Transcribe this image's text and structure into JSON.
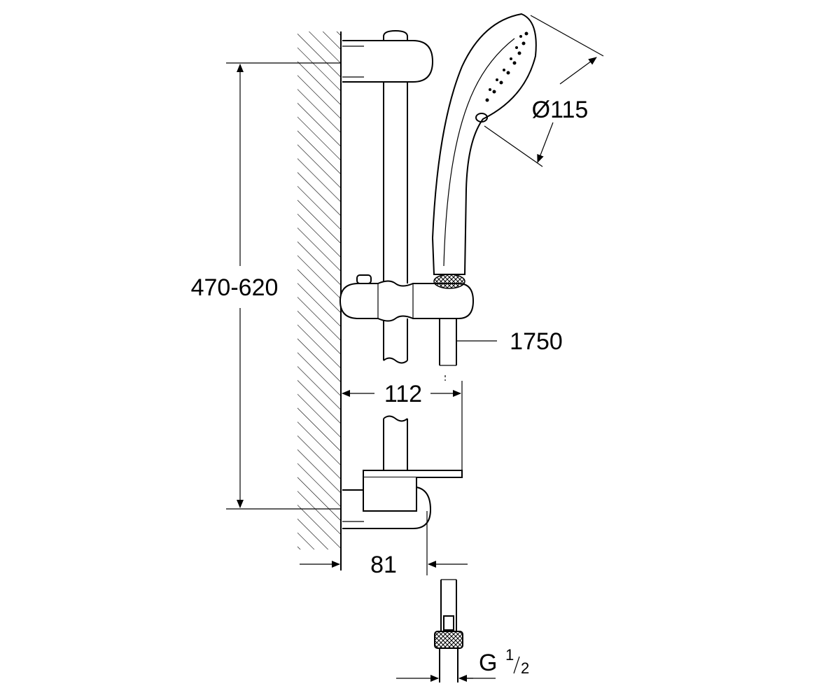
{
  "dimensions": {
    "height_range": "470-620",
    "diameter": "Ø115",
    "hose_length": "1750",
    "bar_spacing": "112",
    "wall_offset": "81",
    "thread_main": "G",
    "thread_num": "1",
    "thread_den": "2"
  },
  "colors": {
    "line": "#000000",
    "background": "#ffffff"
  }
}
